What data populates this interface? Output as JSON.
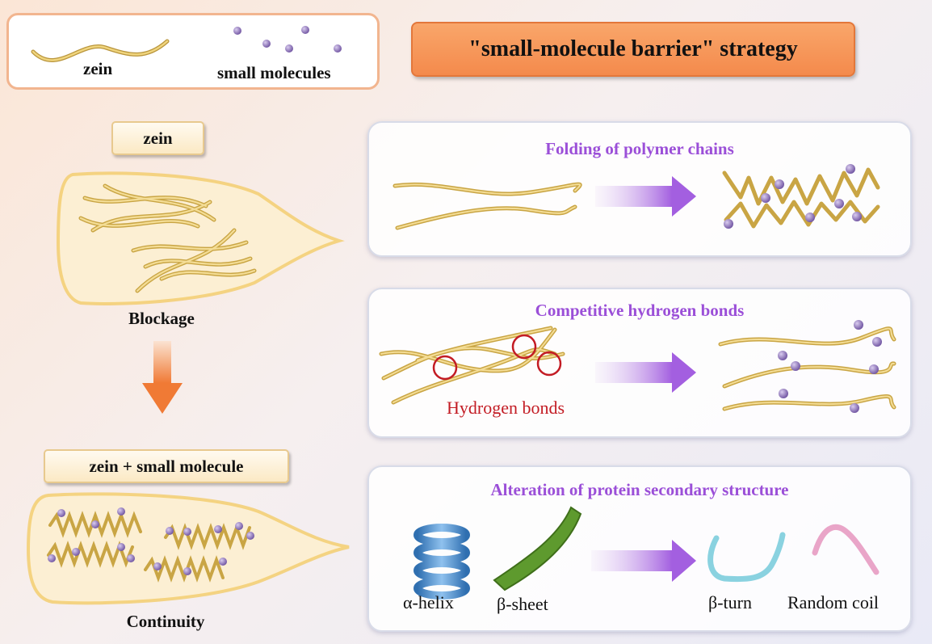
{
  "legend": {
    "zein": "zein",
    "small_molecules": "small molecules"
  },
  "title": "\"small-molecule barrier\" strategy",
  "left": {
    "top_tag": "zein",
    "top_caption": "Blockage",
    "bottom_tag": "zein + small molecule",
    "bottom_caption": "Continuity"
  },
  "panels": {
    "folding": {
      "title": "Folding of polymer chains"
    },
    "hbond": {
      "title": "Competitive hydrogen bonds",
      "label": "Hydrogen bonds"
    },
    "secondary": {
      "title": "Alteration of protein secondary structure",
      "alpha": "α-helix",
      "beta_sheet": "β-sheet",
      "beta_turn": "β-turn",
      "coil": "Random coil"
    }
  },
  "colors": {
    "title_orange": "#f48a4c",
    "panel_title_purple": "#9b4fd8",
    "hbond_red": "#c31c24",
    "zein_gold": "#e9c86a",
    "molecule_purple": "#8b6fb5"
  }
}
